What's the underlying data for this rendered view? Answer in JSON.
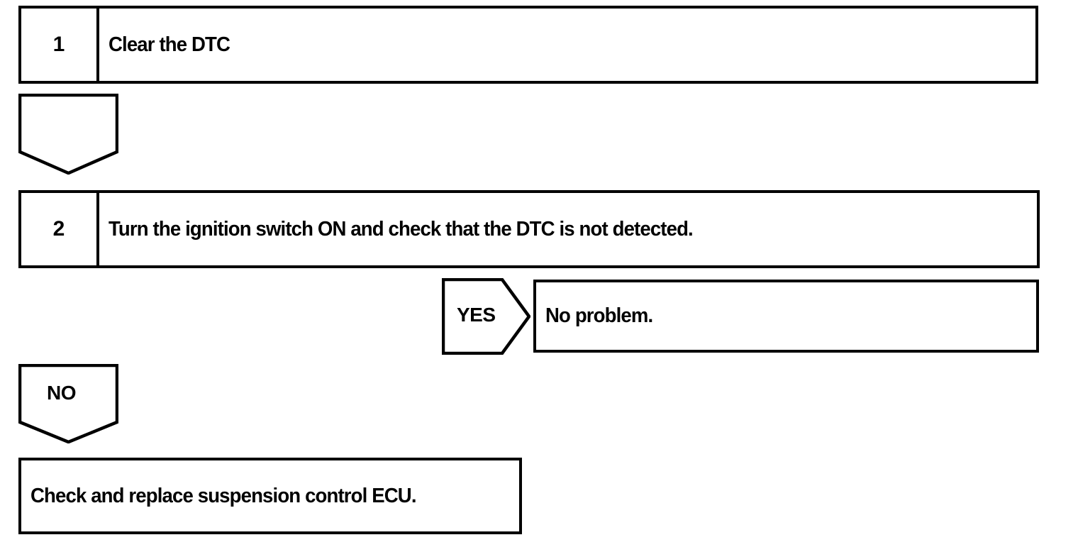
{
  "diagram": {
    "type": "flowchart",
    "title": "DTC check flowchart",
    "ink_color": "#000000",
    "background_color": "#ffffff",
    "steps": [
      {
        "number": "1",
        "text": "Clear the DTC"
      },
      {
        "number": "2",
        "text": "Turn the ignition switch ON and check that the DTC is not detected."
      }
    ],
    "connectors": [
      {
        "shape": "arrow-down",
        "label": "",
        "from": "step-1",
        "to": "step-2"
      },
      {
        "shape": "arrow-right",
        "label": "YES",
        "from": "step-2",
        "to": "result-no-problem"
      },
      {
        "shape": "arrow-down",
        "label": "NO",
        "from": "step-2",
        "to": "result-check-ecu"
      }
    ],
    "results": [
      {
        "id": "result-no-problem",
        "text": "No problem."
      },
      {
        "id": "result-check-ecu",
        "text": "Check and replace suspension control ECU."
      }
    ]
  }
}
